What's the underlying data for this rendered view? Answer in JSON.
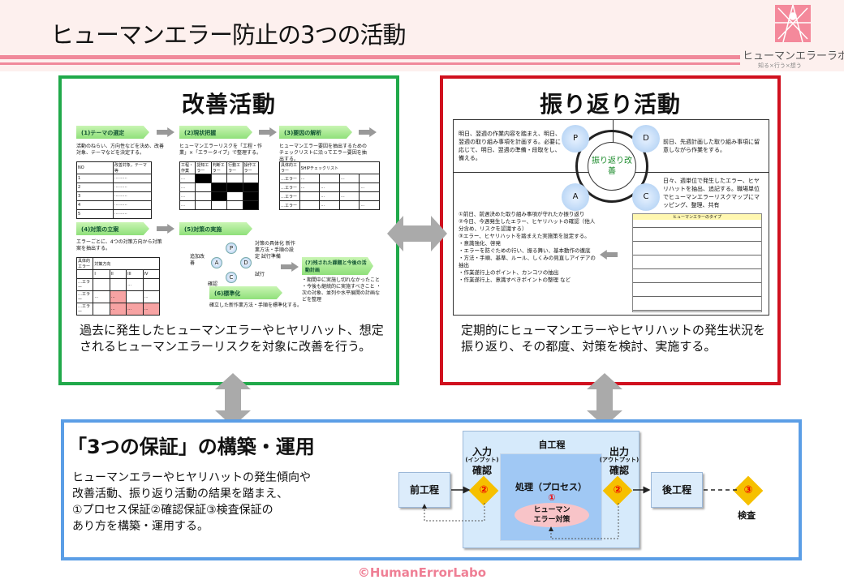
{
  "header": {
    "title": "ヒューマンエラー防止の3つの活動",
    "logo_name": "ヒューマンエラーラボ",
    "logo_tagline": "知る×行う×想う"
  },
  "improvement": {
    "title": "改善活動",
    "description": "過去に発生したヒューマンエラーやヒヤリハット、想定されるヒューマンエラーリスクを対象に改善を行う。",
    "steps": [
      {
        "label": "(1)テーマの選定",
        "text": "活動のねらい、方向性などを決め、改善対象、テーマなどを決定する。"
      },
      {
        "label": "(2)現状把握",
        "text": "ヒューマンエラーリスクを「工程・作業」×「エラータイプ」で整理する。"
      },
      {
        "label": "(3)要因の解析",
        "text": "ヒューマンエラー要因を抽出するための チェックリストに沿ってエラー要因を抽出する。"
      },
      {
        "label": "(4)対策の立案",
        "text": "エラーごとに、4つの対策方向から対策案を抽出する。"
      },
      {
        "label": "(5)対策の実施",
        "text": "対策の具体化 新作業方法・手順の設定 試行準備"
      },
      {
        "label": "(6)標準化",
        "text": "確立した新作業方法・手順を標準化する。"
      },
      {
        "label": "(7)残された課題と今後の活動計画",
        "text": "・期間中に実施し切れなかったこと ・今後も継続的に実施すべきこと ・次の対象、並列や水平展開の計画などを整理"
      }
    ],
    "table1_header": [
      "NO",
      "改善対象，テーマ等"
    ],
    "table1_rows": [
      "1",
      "2",
      "3",
      "4",
      "5"
    ],
    "table2_header": [
      "工程・作業",
      "認知エラー",
      "判断エラー",
      "行動エラー",
      "操作エラー"
    ],
    "table3_header": [
      "具体的エラー",
      "SHIPチェックリスト"
    ],
    "table4_header": [
      "具体的エラー",
      "対策方向",
      "I",
      "II",
      "III",
      "IV"
    ],
    "cycle": [
      "P",
      "D",
      "C",
      "A"
    ],
    "cycle_notes": [
      "追加改善",
      "試行",
      "確認"
    ]
  },
  "reflection": {
    "title": "振り返り活動",
    "description": "定期的にヒューマンエラーやヒヤリハットの発生状況を振り返り、その都度、対策を検討、実施する。",
    "center": "振り返り改善",
    "plan": "明日、翌週の作業内容を踏まえ、明日、翌週の取り組み事項を計画する。必要に応じて、明日、翌週の準備・段取をし、備える。",
    "do": "前日、先週計画した取り組み事項に留意しながら作業をする。",
    "check": "日々、週単位で発生したエラー、ヒヤリハットを抽出、追記する。職場単位でヒューマンエラーリスクマップにマッピング、整理、共有",
    "act": [
      "①前日、前週決めた取り組み事項が守れたか振り返り",
      "②今日、今週発生したエラー、ヒヤリハットの確認（他人分含め、リスクを認識する）",
      "③エラー、ヒヤリハットを踏まえた実施策を設定する。",
      "・意識強化、啓発",
      "・エラーを防ぐための行い、振る舞い、基本動作の徹底",
      "・方法・手順、基準、ルール、しくみの見直しアイデアの抽出",
      "・作業遂行上のポイント、カンコツの抽出",
      "・作業遂行上、意識すべきポイントの整理 など"
    ],
    "map_title": "ヒューマンエラーのタイプ"
  },
  "guarantee": {
    "title": "「3つの保証」の構築・運用",
    "description_lines": [
      "ヒューマンエラーやヒヤリハットの発生傾向や",
      "改善活動、振り返り活動の結果を踏まえ、",
      "①プロセス保証②確認保証③検査保証の",
      "あり方を構築・運用する。"
    ],
    "flow": {
      "prev": "前工程",
      "self": "自工程",
      "input": "入力",
      "input_sub": "(インプット)",
      "input_check": "確認",
      "process": "処理（プロセス）",
      "process_num": "①",
      "measure1": "ヒューマン",
      "measure2": "エラー対策",
      "output": "出力",
      "output_sub": "(アウトプット)",
      "output_check": "確認",
      "check_num": "②",
      "next": "後工程",
      "inspect_num": "③",
      "inspect": "検査"
    }
  },
  "footer": "©HumanErrorLabo"
}
